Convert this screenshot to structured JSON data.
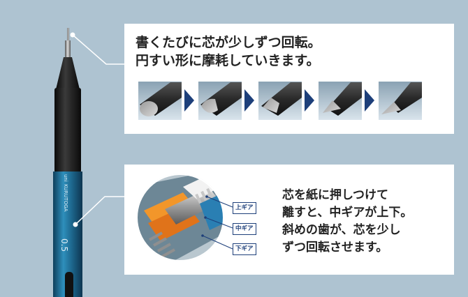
{
  "callout_top": {
    "lines": [
      "書くたびに芯が少しずつ回転。",
      "円すい形に摩耗していきます。"
    ]
  },
  "callout_bottom": {
    "lines": [
      "芯を紙に押しつけて",
      "離すと、中ギアが上下。",
      "斜めの歯が、芯を少し",
      "ずつ回転させます。"
    ],
    "gear_labels": {
      "upper": "上ギア",
      "middle": "中ギア",
      "lower": "下ギア"
    }
  },
  "pen": {
    "brand": "uni",
    "model": "KURUTOGA",
    "lead_size": "0.5"
  },
  "colors": {
    "background": "#aec3d1",
    "panel": "#ffffff",
    "arrow": "#1d3f7a",
    "pen_blue": "#1f6c93"
  },
  "icons": [
    "lead-tip-wear-stage-1",
    "lead-tip-wear-stage-2",
    "lead-tip-wear-stage-3",
    "lead-tip-wear-stage-4",
    "lead-tip-wear-stage-5"
  ]
}
